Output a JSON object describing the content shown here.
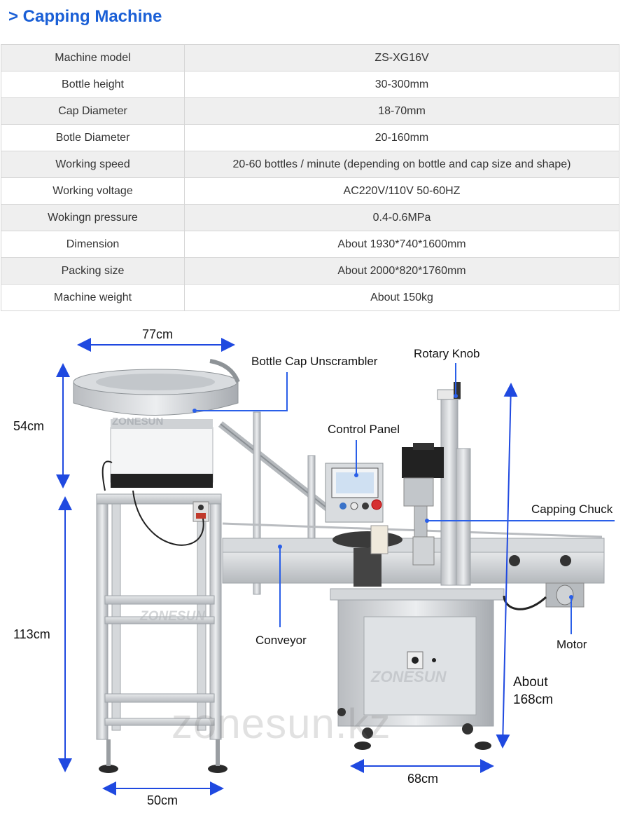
{
  "page": {
    "title": "> Capping Machine"
  },
  "specs": [
    {
      "label": "Machine model",
      "value": "ZS-XG16V"
    },
    {
      "label": "Bottle height",
      "value": "30-300mm"
    },
    {
      "label": "Cap Diameter",
      "value": "18-70mm"
    },
    {
      "label": "Botle Diameter",
      "value": "20-160mm"
    },
    {
      "label": "Working speed",
      "value": "20-60 bottles / minute (depending on bottle and cap size and shape)"
    },
    {
      "label": "Working voltage",
      "value": "AC220V/110V 50-60HZ"
    },
    {
      "label": "Wokingn pressure",
      "value": "0.4-0.6MPa"
    },
    {
      "label": "Dimension",
      "value": "About 1930*740*1600mm"
    },
    {
      "label": "Packing size",
      "value": "About 2000*820*1760mm"
    },
    {
      "label": "Machine weight",
      "value": "About 150kg"
    }
  ],
  "figure": {
    "dim_top_width": "77cm",
    "dim_top_height": "54cm",
    "dim_lower_height": "113cm",
    "dim_stand_width": "50cm",
    "dim_base_width": "68cm",
    "dim_total_height_line1": "About",
    "dim_total_height_line2": "168cm",
    "parts": {
      "unscrambler": "Bottle Cap Unscrambler",
      "rotary_knob": "Rotary Knob",
      "control_panel": "Control Panel",
      "capping_chuck": "Capping Chuck",
      "conveyor": "Conveyor",
      "motor": "Motor"
    },
    "brand_marks": [
      "ZONESUN",
      "ZONESUN",
      "ZONESUN"
    ],
    "watermark": "zonesun.kz"
  },
  "colors": {
    "title": "#1a5fd6",
    "dimension_line": "#1f49e0",
    "callout_line": "#2a5fe8"
  }
}
